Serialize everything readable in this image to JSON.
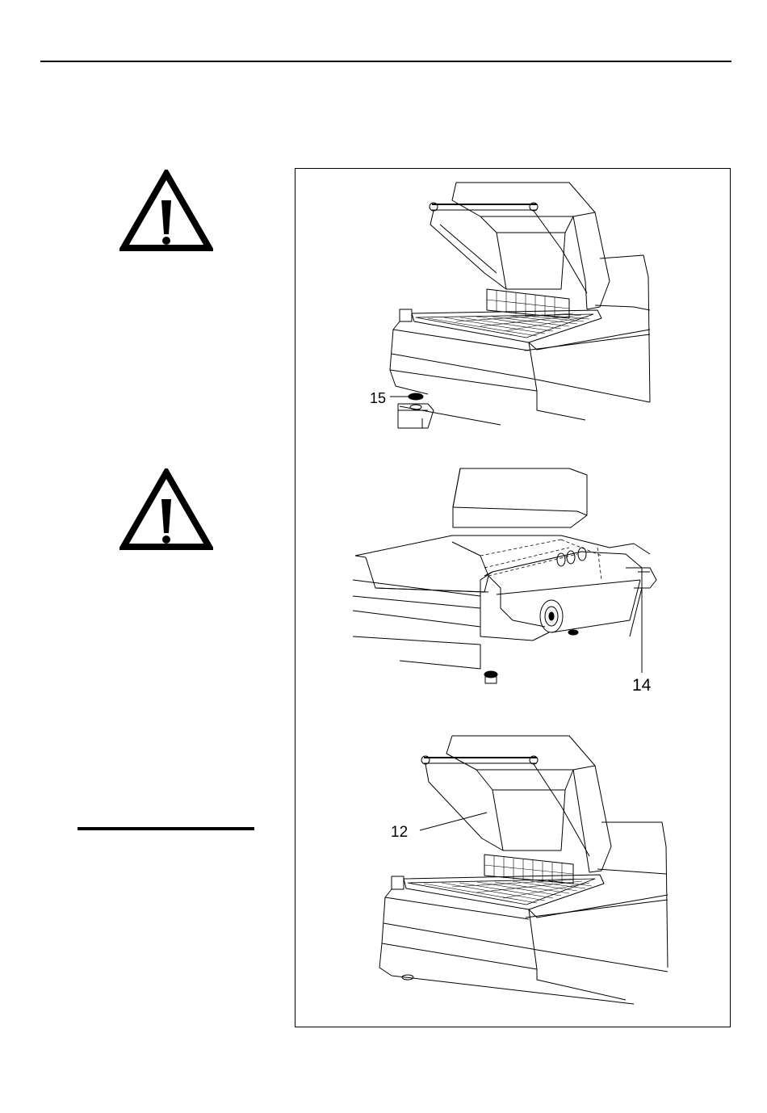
{
  "figure": {
    "callouts": {
      "part15": "15",
      "part14": "14",
      "part12": "12"
    },
    "icons": {
      "warning": "warning-triangle-icon"
    },
    "colors": {
      "ink": "#000000",
      "paper": "#ffffff",
      "tone": "#f2f2f2"
    }
  }
}
